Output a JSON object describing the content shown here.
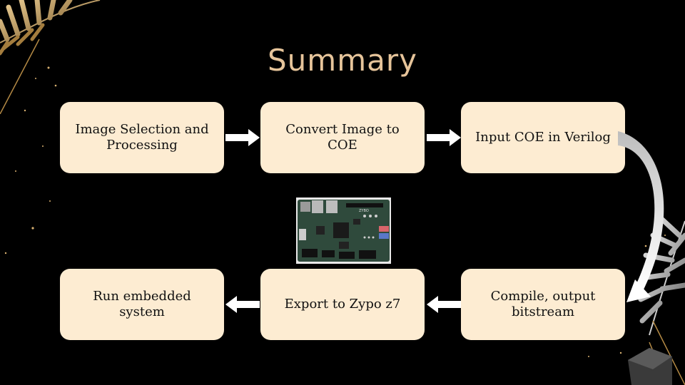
{
  "title": "Summary",
  "steps": [
    {
      "label": "Image Selection and Processing"
    },
    {
      "label": "Convert Image to COE"
    },
    {
      "label": "Input COE in Verilog"
    },
    {
      "label": "Compile, output bitstream"
    },
    {
      "label": "Export to Zypo z7"
    },
    {
      "label": "Run embedded system"
    }
  ],
  "board_caption": "ZYBO"
}
